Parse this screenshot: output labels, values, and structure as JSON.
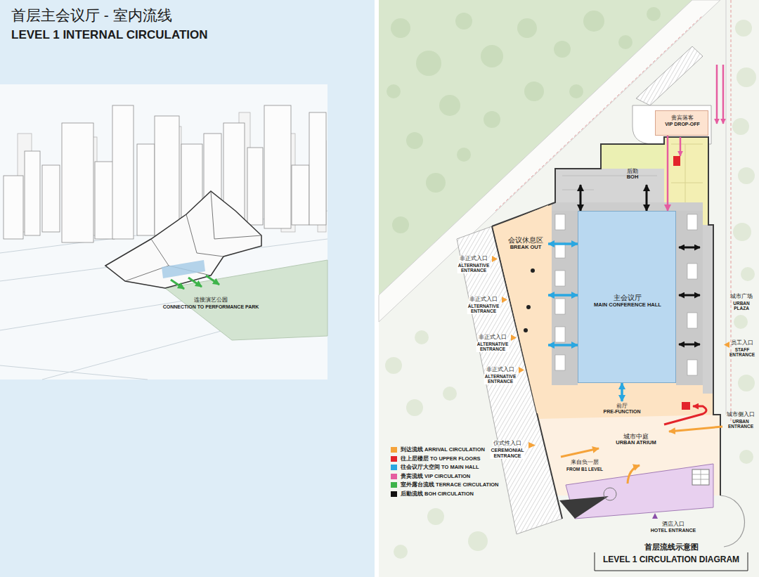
{
  "diagram": {
    "title": "首层主会议厅 - 室内流线",
    "caption": "LEVEL 1 CIRCULATION DIAGRAM",
    "nodes": [
      {
        "text": [
          "贵宾落客",
          "VIP DROP-OFF"
        ]
      },
      {
        "text": [
          "后勤",
          "BOH"
        ]
      },
      {
        "text": [
          "会议休息区",
          "BREAK OUT"
        ]
      },
      {
        "text": [
          "主会议厅",
          "MAIN CONFERENCE HALL"
        ]
      },
      {
        "text": [
          "前厅",
          "PRE-FUNCTION"
        ]
      },
      {
        "text": [
          "城市中庭",
          "URBAN ATRIUM"
        ]
      }
    ],
    "edges": [
      {
        "from": 0,
        "to": 3,
        "arrow": "to"
      },
      {
        "from": 1,
        "to": 3,
        "arrow": "both"
      },
      {
        "from": 1,
        "to": 3,
        "arrow": "both"
      },
      {
        "from": 2,
        "to": 3,
        "arrow": "both"
      },
      {
        "from": 2,
        "to": 3,
        "arrow": "both"
      },
      {
        "from": 2,
        "to": 3,
        "arrow": "both"
      },
      {
        "from": 4,
        "to": 3,
        "arrow": "both"
      }
    ],
    "labels": [
      "LEVEL 1 INTERNAL CIRCULATION",
      "连接演艺公园",
      "CONNECTION TO PERFORMANCE PARK",
      "非正式入口",
      "ALTERNATIVE ENTRANCE",
      "非正式入口",
      "ALTERNATIVE ENTRANCE",
      "非正式入口",
      "ALTERNATIVE ENTRANCE",
      "非正式入口",
      "ALTERNATIVE ENTRANCE",
      "仪式性入口",
      "CEREMONIAL ENTRANCE",
      "来自负一层",
      "FROM B1 LEVEL",
      "城市广场",
      "URBAN PLAZA",
      "员工入口",
      "STAFF ENTRANCE",
      "城市侧入口",
      "URBAN ENTRANCE",
      "酒店入口",
      "HOTEL ENTRANCE",
      "首层流线示意图"
    ],
    "legend": [
      {
        "text": "到达流线 ARRIVAL CIRCULATION",
        "color": "#f5a33a"
      },
      {
        "text": "往上层楼层 TO UPPER FLOORS",
        "color": "#e3242b"
      },
      {
        "text": "往会议厅大空间 TO MAIN HALL",
        "color": "#2aa7e1"
      },
      {
        "text": "贵宾流线 VIP CIRCULATION",
        "color": "#e55ca0"
      },
      {
        "text": "室外露台流线 TERRACE CIRCULATION",
        "color": "#3db34a"
      },
      {
        "text": "后勤流线 BOH CIRCULATION",
        "color": "#111111"
      }
    ]
  }
}
